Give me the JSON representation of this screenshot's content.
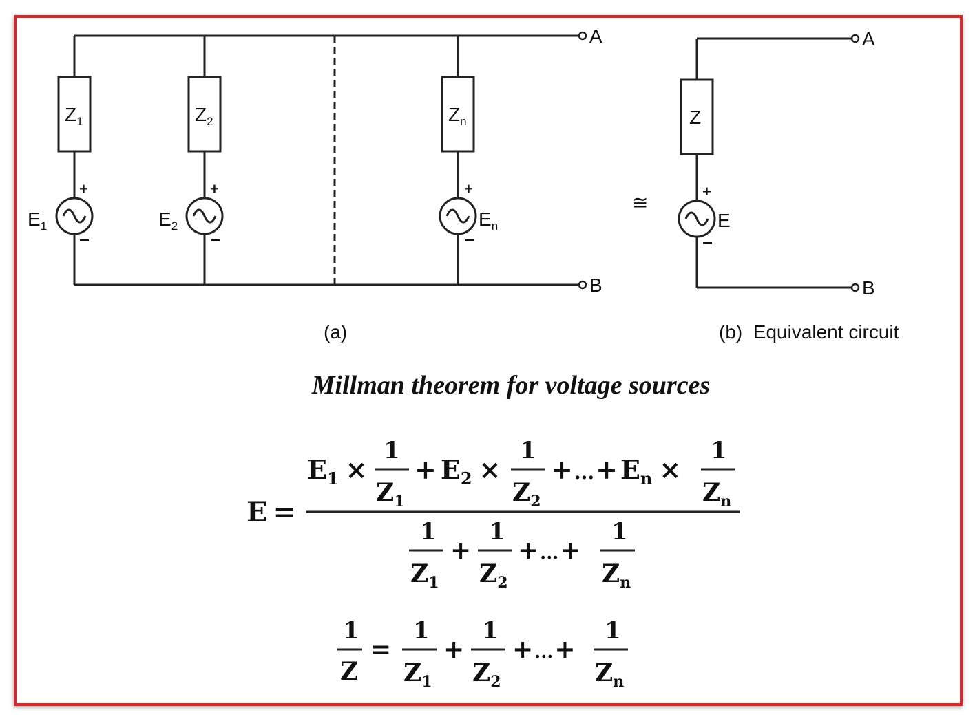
{
  "figure": {
    "panel_a": {
      "branches": [
        {
          "impedance": "Z",
          "impedance_sub": "1",
          "source": "E",
          "source_sub": "1",
          "plus": "+",
          "minus": "−"
        },
        {
          "impedance": "Z",
          "impedance_sub": "2",
          "source": "E",
          "source_sub": "2",
          "plus": "+",
          "minus": "−"
        },
        {
          "impedance": "Z",
          "impedance_sub": "n",
          "source": "E",
          "source_sub": "n",
          "plus": "+",
          "minus": "−"
        }
      ],
      "terminal_a": "A",
      "terminal_b": "B",
      "caption": "(a)"
    },
    "equivalence_symbol": "≅",
    "panel_b": {
      "impedance": "Z",
      "source": "E",
      "plus": "+",
      "minus": "−",
      "terminal_a": "A",
      "terminal_b": "B",
      "caption": "(b)  Equivalent circuit"
    },
    "title": "Millman theorem for voltage sources"
  },
  "formulas": {
    "lhs_E": "E",
    "equals": "=",
    "times": "×",
    "plus": "+",
    "ellipsis": "...",
    "one": "1",
    "E": "E",
    "Z": "Z",
    "sub1": "1",
    "sub2": "2",
    "subn": "n"
  },
  "colors": {
    "frame_border": "#d9262b",
    "ink": "#111111"
  }
}
